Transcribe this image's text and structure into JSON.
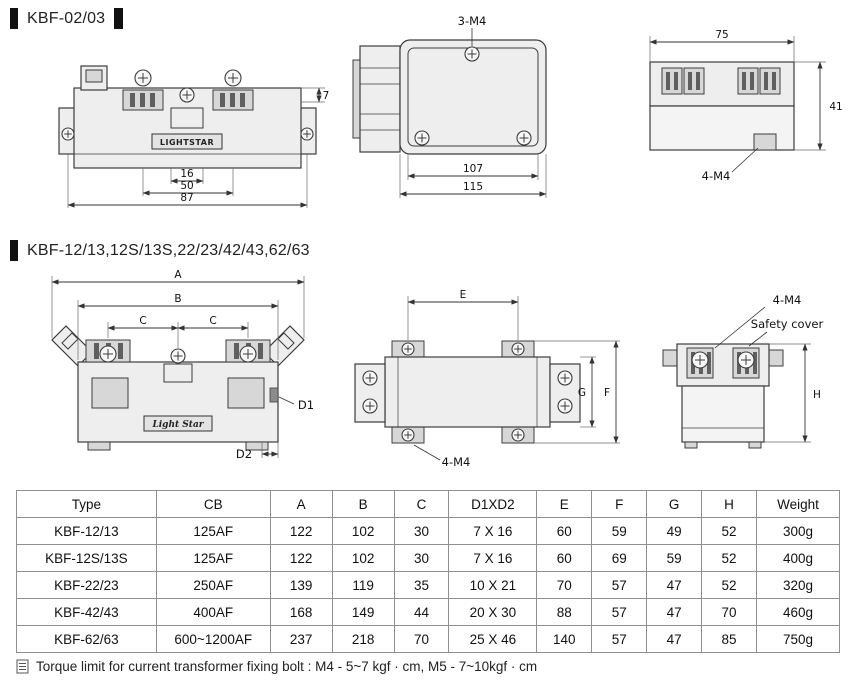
{
  "section1": {
    "title": "KBF-02/03",
    "front": {
      "brand": "LIGHTSTAR",
      "dim_16": "16",
      "dim_50": "50",
      "dim_87": "87",
      "dim_7": "7"
    },
    "side": {
      "label_3m4": "3-M4",
      "dim_107": "107",
      "dim_115": "115"
    },
    "end": {
      "dim_75": "75",
      "dim_41": "41",
      "label_4m4": "4-M4"
    }
  },
  "section2": {
    "title": "KBF-12/13,12S/13S,22/23/42/43,62/63",
    "front": {
      "brand": "Light Star",
      "dim_a": "A",
      "dim_b": "B",
      "dim_c1": "C",
      "dim_c2": "C",
      "dim_d1": "D1",
      "dim_d2": "D2"
    },
    "top": {
      "dim_e": "E",
      "dim_f": "F",
      "dim_g": "G",
      "label_4m4": "4-M4"
    },
    "end": {
      "label_4m4": "4-M4",
      "label_safety": "Safety cover",
      "dim_h": "H"
    }
  },
  "table": {
    "headers": [
      "Type",
      "CB",
      "A",
      "B",
      "C",
      "D1XD2",
      "E",
      "F",
      "G",
      "H",
      "Weight"
    ],
    "rows": [
      [
        "KBF-12/13",
        "125AF",
        "122",
        "102",
        "30",
        "7 X 16",
        "60",
        "59",
        "49",
        "52",
        "300g"
      ],
      [
        "KBF-12S/13S",
        "125AF",
        "122",
        "102",
        "30",
        "7 X 16",
        "60",
        "69",
        "59",
        "52",
        "400g"
      ],
      [
        "KBF-22/23",
        "250AF",
        "139",
        "119",
        "35",
        "10 X 21",
        "70",
        "57",
        "47",
        "52",
        "320g"
      ],
      [
        "KBF-42/43",
        "400AF",
        "168",
        "149",
        "44",
        "20 X 30",
        "88",
        "57",
        "47",
        "70",
        "460g"
      ],
      [
        "KBF-62/63",
        "600~1200AF",
        "237",
        "218",
        "70",
        "25 X 46",
        "140",
        "57",
        "47",
        "85",
        "750g"
      ]
    ]
  },
  "footer": {
    "note": "Torque limit for current transformer fixing bolt :  M4 - 5~7 kgf · cm,  M5 - 7~10kgf · cm"
  }
}
